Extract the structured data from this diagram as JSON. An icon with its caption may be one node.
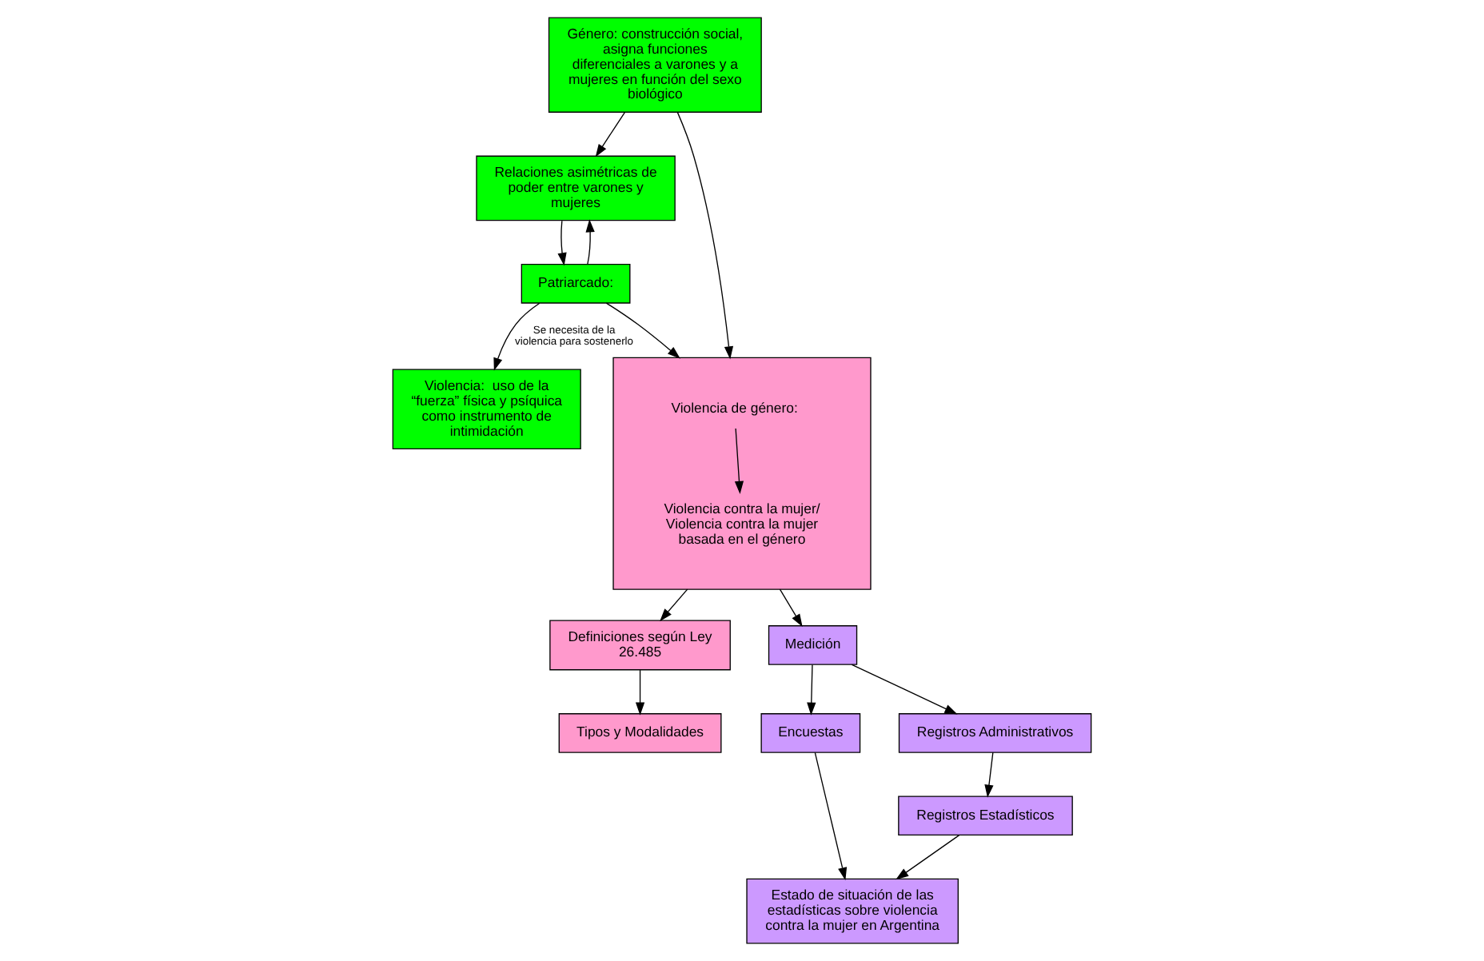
{
  "diagram": {
    "nodes": [
      {
        "text": [
          "Género: construcción social, asigna funciones diferenciales a varones y a mujeres en función del sexo biológico"
        ]
      },
      {
        "text": [
          "Relaciones asimétricas de poder entre varones y mujeres"
        ]
      },
      {
        "text": [
          "Patriarcado:"
        ]
      },
      {
        "text": [
          "Violencia:  uso de la “fuerza” física y psíquica como instrumento de intimidación"
        ]
      },
      {
        "text": [],
        "shape": "box"
      },
      {
        "text": [
          "Violencia de género:"
        ],
        "in": 4
      },
      {
        "text": [
          "Violencia contra la mujer/ Violencia contra la mujer basada en el género"
        ],
        "in": 4
      },
      {
        "text": [
          "Definiciones según Ley 26.485"
        ]
      },
      {
        "text": [
          "Tipos y Modalidades"
        ]
      },
      {
        "text": [
          "Medición"
        ]
      },
      {
        "text": [
          "Encuestas"
        ]
      },
      {
        "text": [
          "Registros Administrativos"
        ]
      },
      {
        "text": [
          "Registros Estadísticos"
        ]
      },
      {
        "text": [
          "Estado de situación de las estadísticas sobre violencia contra la mujer en Argentina"
        ]
      }
    ],
    "edges": [
      {
        "from": 0,
        "to": 1,
        "arrow": "to"
      },
      {
        "from": 1,
        "to": 2,
        "arrow": "to"
      },
      {
        "from": 2,
        "to": 1,
        "arrow": "to"
      },
      {
        "from": 2,
        "to": 3,
        "arrow": "to",
        "label": "Se necesita de la violencia para sostenerlo"
      },
      {
        "from": 0,
        "to": 4,
        "arrow": "to"
      },
      {
        "from": 2,
        "to": 4,
        "arrow": "to"
      },
      {
        "from": 5,
        "to": 6,
        "arrow": "to"
      },
      {
        "from": 4,
        "to": 9,
        "arrow": "to"
      },
      {
        "from": 4,
        "to": 7,
        "arrow": "to"
      },
      {
        "from": 7,
        "to": 8,
        "arrow": "to"
      },
      {
        "from": 9,
        "to": 10,
        "arrow": "to"
      },
      {
        "from": 9,
        "to": 11,
        "arrow": "to"
      },
      {
        "from": 11,
        "to": 12,
        "arrow": "to"
      },
      {
        "from": 10,
        "to": 13,
        "arrow": "to"
      },
      {
        "from": 12,
        "to": 13,
        "arrow": "to"
      }
    ]
  }
}
